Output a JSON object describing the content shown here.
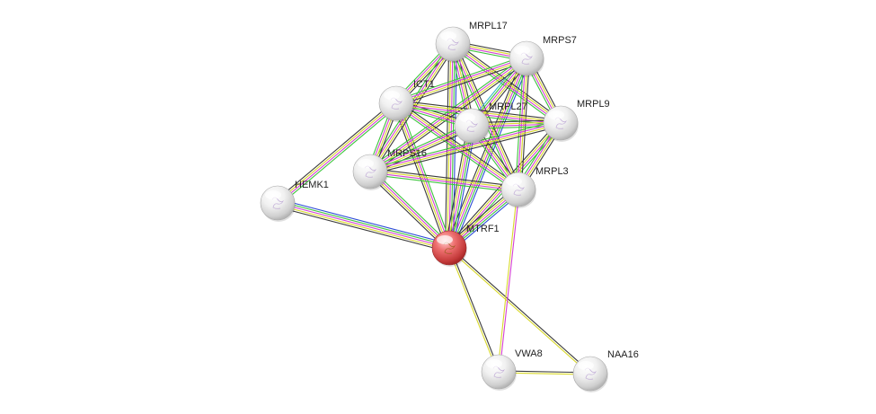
{
  "edge_colors": {
    "black": "#3a3a3a",
    "yellow": "#d8d82a",
    "magenta": "#d43fd4",
    "green": "#3cc43c",
    "blue": "#2a4ad6",
    "cyan": "#3ab8c8"
  },
  "query_node_color": "#e85a5a",
  "neighbor_node_color": "#e6e6e6",
  "nodes": [
    {
      "id": "MTRF1",
      "label": "MTRF1",
      "query": true
    },
    {
      "id": "MRPL17",
      "label": "MRPL17"
    },
    {
      "id": "MRPS7",
      "label": "MRPS7"
    },
    {
      "id": "ICT1",
      "label": "ICT1"
    },
    {
      "id": "MRPL27",
      "label": "MRPL27"
    },
    {
      "id": "MRPL9",
      "label": "MRPL9"
    },
    {
      "id": "MRPS16",
      "label": "MRPS16"
    },
    {
      "id": "MRPL3",
      "label": "MRPL3"
    },
    {
      "id": "HEMK1",
      "label": "HEMK1"
    },
    {
      "id": "VWA8",
      "label": "VWA8"
    },
    {
      "id": "NAA16",
      "label": "NAA16"
    }
  ],
  "edges": [
    {
      "source": "MTRF1",
      "target": "MRPL17",
      "colors": [
        "black",
        "yellow",
        "magenta",
        "green",
        "blue"
      ]
    },
    {
      "source": "MTRF1",
      "target": "MRPS7",
      "colors": [
        "black",
        "yellow",
        "magenta",
        "green",
        "blue"
      ]
    },
    {
      "source": "MTRF1",
      "target": "ICT1",
      "colors": [
        "black",
        "yellow",
        "magenta",
        "green"
      ]
    },
    {
      "source": "MTRF1",
      "target": "MRPL27",
      "colors": [
        "black",
        "yellow",
        "magenta",
        "green",
        "blue"
      ]
    },
    {
      "source": "MTRF1",
      "target": "MRPL9",
      "colors": [
        "black",
        "yellow",
        "magenta",
        "green"
      ]
    },
    {
      "source": "MTRF1",
      "target": "MRPS16",
      "colors": [
        "black",
        "yellow",
        "magenta",
        "green"
      ]
    },
    {
      "source": "MTRF1",
      "target": "MRPL3",
      "colors": [
        "black",
        "yellow",
        "magenta",
        "green",
        "blue"
      ]
    },
    {
      "source": "MTRF1",
      "target": "HEMK1",
      "colors": [
        "black",
        "yellow",
        "magenta",
        "green",
        "blue"
      ]
    },
    {
      "source": "MTRF1",
      "target": "VWA8",
      "colors": [
        "black",
        "yellow"
      ]
    },
    {
      "source": "MTRF1",
      "target": "NAA16",
      "colors": [
        "black",
        "yellow"
      ]
    },
    {
      "source": "VWA8",
      "target": "NAA16",
      "colors": [
        "black",
        "yellow"
      ]
    },
    {
      "source": "VWA8",
      "target": "MRPL3",
      "colors": [
        "yellow",
        "magenta"
      ]
    },
    {
      "source": "HEMK1",
      "target": "ICT1",
      "colors": [
        "black",
        "yellow",
        "magenta",
        "green"
      ]
    },
    {
      "source": "MRPL17",
      "target": "MRPS7",
      "colors": [
        "black",
        "yellow",
        "magenta",
        "green"
      ]
    },
    {
      "source": "MRPL17",
      "target": "ICT1",
      "colors": [
        "black",
        "yellow",
        "magenta",
        "green"
      ]
    },
    {
      "source": "MRPL17",
      "target": "MRPL27",
      "colors": [
        "black",
        "yellow",
        "magenta",
        "green"
      ]
    },
    {
      "source": "MRPL17",
      "target": "MRPL9",
      "colors": [
        "black",
        "yellow",
        "magenta",
        "green"
      ]
    },
    {
      "source": "MRPL17",
      "target": "MRPS16",
      "colors": [
        "black",
        "yellow",
        "magenta",
        "green"
      ]
    },
    {
      "source": "MRPL17",
      "target": "MRPL3",
      "colors": [
        "black",
        "yellow",
        "magenta",
        "green"
      ]
    },
    {
      "source": "MRPS7",
      "target": "ICT1",
      "colors": [
        "black",
        "yellow",
        "magenta",
        "green"
      ]
    },
    {
      "source": "MRPS7",
      "target": "MRPL27",
      "colors": [
        "black",
        "yellow",
        "magenta",
        "green",
        "cyan"
      ]
    },
    {
      "source": "MRPS7",
      "target": "MRPL9",
      "colors": [
        "black",
        "yellow",
        "magenta",
        "green"
      ]
    },
    {
      "source": "MRPS7",
      "target": "MRPS16",
      "colors": [
        "black",
        "yellow",
        "magenta",
        "green"
      ]
    },
    {
      "source": "MRPS7",
      "target": "MRPL3",
      "colors": [
        "black",
        "yellow",
        "magenta",
        "green"
      ]
    },
    {
      "source": "ICT1",
      "target": "MRPL27",
      "colors": [
        "black",
        "yellow",
        "magenta",
        "green"
      ]
    },
    {
      "source": "ICT1",
      "target": "MRPL9",
      "colors": [
        "black",
        "yellow",
        "magenta",
        "green"
      ]
    },
    {
      "source": "ICT1",
      "target": "MRPS16",
      "colors": [
        "black",
        "yellow",
        "magenta",
        "green"
      ]
    },
    {
      "source": "ICT1",
      "target": "MRPL3",
      "colors": [
        "black",
        "yellow",
        "magenta",
        "green"
      ]
    },
    {
      "source": "MRPL27",
      "target": "MRPL9",
      "colors": [
        "black",
        "yellow",
        "magenta",
        "green"
      ]
    },
    {
      "source": "MRPL27",
      "target": "MRPS16",
      "colors": [
        "black",
        "yellow",
        "magenta",
        "green"
      ]
    },
    {
      "source": "MRPL27",
      "target": "MRPL3",
      "colors": [
        "black",
        "yellow",
        "magenta",
        "green"
      ]
    },
    {
      "source": "MRPL9",
      "target": "MRPS16",
      "colors": [
        "black",
        "yellow",
        "magenta",
        "green"
      ]
    },
    {
      "source": "MRPL9",
      "target": "MRPL3",
      "colors": [
        "black",
        "yellow",
        "magenta",
        "green"
      ]
    },
    {
      "source": "MRPS16",
      "target": "MRPL3",
      "colors": [
        "black",
        "yellow",
        "magenta",
        "green"
      ]
    }
  ]
}
